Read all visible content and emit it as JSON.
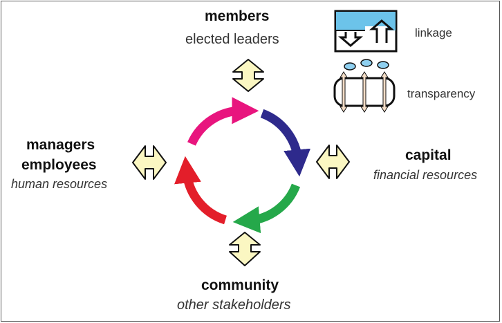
{
  "top": {
    "title": "members",
    "subtitle": "elected leaders"
  },
  "left": {
    "title1": "managers",
    "title2": "employees",
    "subtitle": "human resources"
  },
  "right": {
    "title": "capital",
    "subtitle": "financial resources"
  },
  "bottom": {
    "title": "community",
    "subtitle": "other stakeholders"
  },
  "legend": {
    "linkage": "linkage",
    "transparency": "transparency"
  },
  "colors": {
    "pink": "#e8157e",
    "blue": "#2e2a8c",
    "green": "#25a84a",
    "red": "#e31e2a",
    "arrow_fill": "#fbf7c2",
    "linkage_blue": "#6cc3ea",
    "oval_blue": "#8fd0f0",
    "transparency_fill": "#f2dcc6"
  }
}
